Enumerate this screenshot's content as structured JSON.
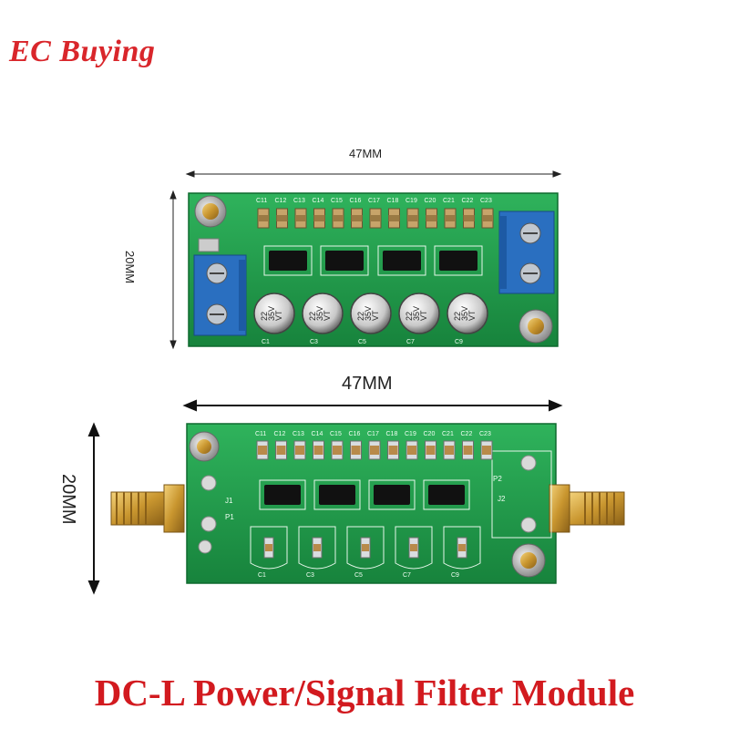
{
  "brand": {
    "text": "EC Buying",
    "color": "#d9262b"
  },
  "caption": {
    "text": "DC-L Power/Signal Filter Module",
    "color": "#d21a1f"
  },
  "top_board": {
    "width_label": "47MM",
    "height_label": "20MM",
    "capacitor_labels": [
      "C11",
      "C12",
      "C13",
      "C14",
      "C15",
      "C16",
      "C17",
      "C18",
      "C19",
      "C20",
      "C21",
      "C22",
      "C23"
    ],
    "electrolytic_labels": [
      "C1",
      "C3",
      "C5",
      "C7",
      "C9"
    ],
    "electrolytic_marking": [
      "22",
      "35V",
      "VT"
    ]
  },
  "bottom_board": {
    "width_label": "47MM",
    "height_label": "20MM",
    "capacitor_labels": [
      "C11",
      "C12",
      "C13",
      "C14",
      "C15",
      "C16",
      "C17",
      "C18",
      "C19",
      "C20",
      "C21",
      "C22",
      "C23"
    ],
    "bottom_labels": [
      "C1",
      "C3",
      "C5",
      "C7",
      "C9"
    ],
    "port_labels": [
      "J1",
      "P1",
      "P2",
      "J2"
    ]
  },
  "colors": {
    "pcb": "#1f9a4a",
    "pcb_light": "#2fb35c",
    "terminal": "#2a6fc0",
    "brass": "#c9a24a"
  }
}
